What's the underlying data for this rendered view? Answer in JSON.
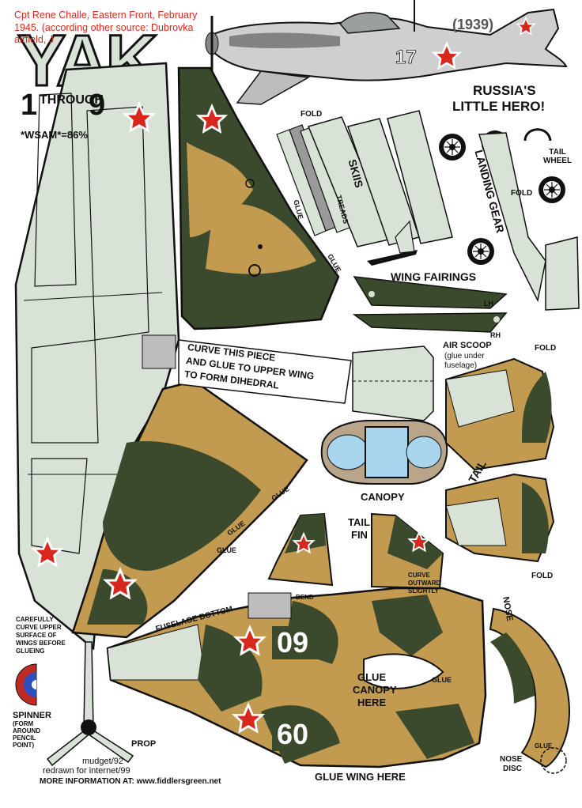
{
  "header": {
    "note": "Cpt Rene Challe, Eastern Front, February 1945. (according other source: Dubrovka airfield, J",
    "title_letters": "YAK",
    "title_num_a": "1",
    "title_through": "THROUGH",
    "title_num_b": "9",
    "scale": "*WSAM*=86%",
    "year": "(1939)",
    "slogan_line1": "RUSSIA'S",
    "slogan_line2": "LITTLE HERO!"
  },
  "labels": {
    "fold_top": "FOLD",
    "skis": "SKIIS",
    "treads": "TREADS",
    "glue_ski": "GLUE",
    "glue_wing_top": "GLUE",
    "landing_gear": "LANDING GEAR",
    "fold_gear": "FOLD",
    "tail_wheel": "TAIL WHEEL",
    "wing_fairings": "WING FAIRINGS",
    "lh": "LH",
    "rh": "RH",
    "curve_note_1": "CURVE THIS PIECE",
    "curve_note_2": "AND GLUE TO UPPER  WING",
    "curve_note_3": "TO FORM DIHEDRAL",
    "air_scoop_1": "AIR SCOOP",
    "air_scoop_2": "(glue under",
    "air_scoop_3": "fuselage)",
    "fold_scoop": "FOLD",
    "canopy": "CANOPY",
    "tail": "TAIL",
    "tail_fin_1": "TAIL",
    "tail_fin_2": "FIN",
    "curve_outward_1": "CURVE",
    "curve_outward_2": "OUTWARD",
    "curve_outward_3": "SLIGHTLY",
    "fold_tail": "FOLD",
    "glue_1": "GLUE",
    "glue_2": "GLUE",
    "glue_3": "GLUE",
    "carefully_1": "CAREFULLY",
    "carefully_2": "CURVE UPPER",
    "carefully_3": "SURFACE OF",
    "carefully_4": "WINGS BEFORE",
    "carefully_5": "GLUEING",
    "fuselage_bottom": "FUSELAGE BOTTOM",
    "bend": "BEND",
    "num_09": "09",
    "num_60": "60",
    "glue_canopy_1": "GLUE",
    "glue_canopy_2": "CANOPY",
    "glue_canopy_3": "HERE",
    "glue_fus": "GLUE",
    "glue_wing_here": "GLUE WING HERE",
    "nose": "NOSE",
    "glue_nose": "GLUE",
    "nose_disc_1": "NOSE",
    "nose_disc_2": "DISC",
    "spinner": "SPINNER",
    "spinner_2": "(FORM",
    "spinner_3": "AROUND",
    "spinner_4": "PENCIL",
    "spinner_5": "POINT)",
    "prop": "PROP",
    "credit_1": "mudget/92",
    "credit_2": "redrawn for internet/99",
    "more_info": "MORE INFORMATION AT: www.fiddlersgreen.net",
    "plane_num": "17"
  },
  "colors": {
    "light_gray": "#d8e2d6",
    "olive": "#3b4a2c",
    "tan": "#c29a50",
    "red": "#d8281e",
    "black": "#111111",
    "canopy_blue": "#a9d6ee",
    "note_red": "#d8281e"
  }
}
